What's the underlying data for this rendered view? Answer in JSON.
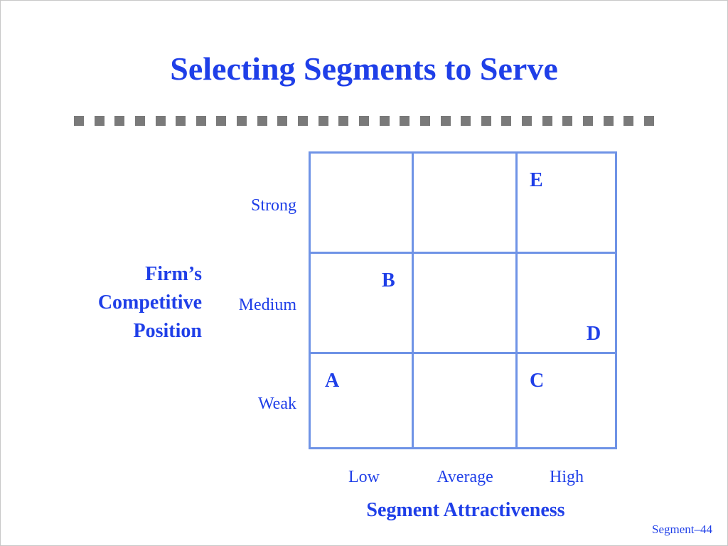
{
  "slide": {
    "title": "Selecting Segments to Serve",
    "footer": "Segment–44",
    "dash_count": 29
  },
  "matrix": {
    "y_axis_title": [
      "Firm’s",
      "Competitive",
      "Position"
    ],
    "x_axis_title": "Segment Attractiveness",
    "rows": [
      "Strong",
      "Medium",
      "Weak"
    ],
    "columns": [
      "Low",
      "Average",
      "High"
    ],
    "segments": [
      {
        "label": "E",
        "row": "Strong",
        "column": "High"
      },
      {
        "label": "B",
        "row": "Medium",
        "column": "Low"
      },
      {
        "label": "D",
        "row": "Medium",
        "column": "High"
      },
      {
        "label": "A",
        "row": "Weak",
        "column": "Low"
      },
      {
        "label": "C",
        "row": "Weak",
        "column": "High"
      }
    ],
    "colors": {
      "text": "#1f3fe8",
      "grid": "#6f93e6",
      "dash": "#7a7a7a"
    }
  }
}
